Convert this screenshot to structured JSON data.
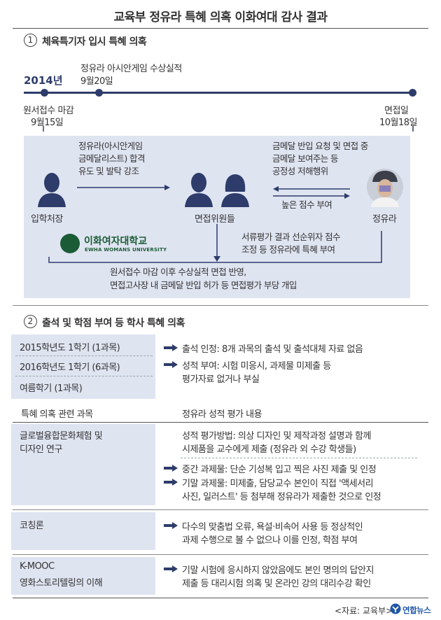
{
  "title": "교육부 정유라 특혜 의혹 이화여대 감사 결과",
  "section1": {
    "number": "1",
    "heading": "체육특기자 입시 특혜 의혹",
    "year": "2014년",
    "event_top_1": "정유라 아시안게임 수상실적",
    "event_top_2": "9월20일",
    "left_label_1": "원서접수 마감",
    "left_label_2": "9월15일",
    "right_label_1": "면접일",
    "right_label_2": "10월18일",
    "note_left_1": "정유라(아시안게임",
    "note_left_2": "금메달리스트) 합격",
    "note_left_3": "유도 및 발탁 강조",
    "note_right_1": "금메달 반입 요청 및 면접 중",
    "note_right_2": "금메달 보여주는 등",
    "note_right_3": "공정성 저해행위",
    "high_score": "높은 점수 부여",
    "person_admissions": "입학처장",
    "person_interviewers": "면접위원들",
    "person_jung": "정유라",
    "logo_kr": "이화여자대학교",
    "logo_en": "EWHA WOMANS UNIVERSITY",
    "doc_note_1": "서류평가 결과 선순위자 점수",
    "doc_note_2": "조정 등 정유라에 특혜 부여",
    "bottom_note_1": "원서접수 마감 이후 수상실적 면접 반영,",
    "bottom_note_2": "면접고사장 내 금메달 반입 허가 등 면접평가 부당 개입"
  },
  "section2": {
    "number": "2",
    "heading": "출석 및 학점 부여 등 학사 특혜 의혹",
    "terms": [
      "2015학년도 1학기 (1과목)",
      "2016학년도 1학기 (6과목)",
      "여름학기 (1과목)"
    ],
    "findings": [
      {
        "text": "출석 인정: 8개 과목의 출석 및 출석대체 자료 없음"
      },
      {
        "text": "성적 부여: 시험 미응시, 과제물 미제출 등",
        "text2": "평가자료 없거나 부실"
      }
    ],
    "col_left": "특혜 의혹 관련 과목",
    "col_right": "정유라 성적 평가 내용",
    "courses": [
      {
        "name1": "글로벌융합문화체험 및",
        "name2": "디자인 연구",
        "intro1": "성적 평가방법: 의상 디자인 및 제작과정 설명과 함께",
        "intro2": "시제품을 교수에게 제출 (정유라 외 수강 학생들)",
        "items": [
          {
            "l1": "중간 과제물: 단순 기성복 입고 찍은 사진 제출 및 인정"
          },
          {
            "l1": "기말 과제물: 미제출, 담당교수 본인이 직접 '액세서리",
            "l2": "사진, 일러스트' 등 첨부해 정유라가 제출한 것으로 인정"
          }
        ]
      },
      {
        "name1": "코칭론",
        "items": [
          {
            "l1": "다수의 맞춤법 오류, 욕설·비속어 사용 등 정상적인",
            "l2": "과제 수행으로 볼 수 없으나 이를 인정, 학점 부여"
          }
        ]
      },
      {
        "name1": "K-MOOC",
        "name2": "영화스토리텔링의 이해",
        "items": [
          {
            "l1": "기말 시험에 응시하지 않았음에도 본인 명의의 답안지",
            "l2": "제출 등 대리시험 의혹 및 온라인 강의 대리수강 확인"
          }
        ]
      }
    ]
  },
  "source": "<자료: 교육부>",
  "agency": "연합뉴스",
  "colors": {
    "navy": "#2d3c6a",
    "panel": "#dfe4f1",
    "arrow": "#2d3c6a",
    "logo_green": "#1b5c36"
  }
}
